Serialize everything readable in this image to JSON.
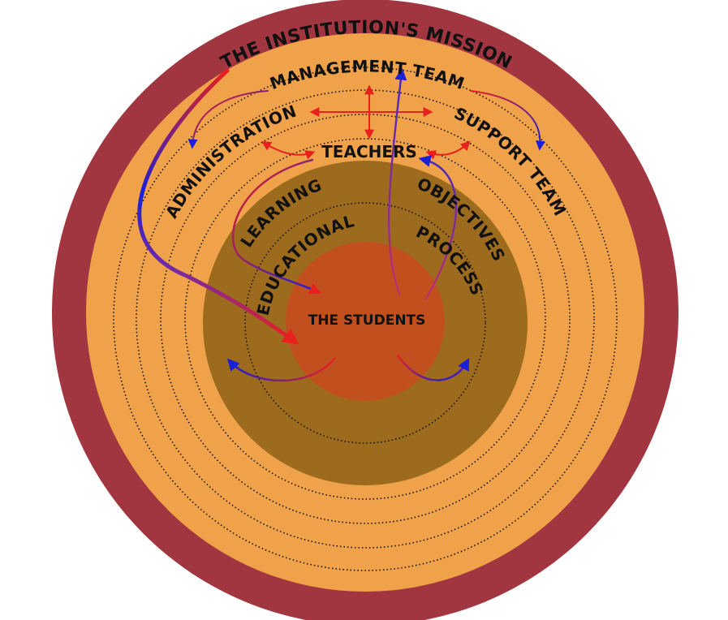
{
  "labels": {
    "mission": "THE INSTITUTION'S MISSION",
    "management": "MANAGEMENT TEAM",
    "administration": "ADMINISTRATION",
    "support": "SUPPORT TEAM",
    "teachers": "TEACHERS",
    "learning": "LEARNING",
    "objectives": "OBJECTIVES",
    "educational": "EDUCATIONAL",
    "process": "PROCESS",
    "students": "THE STUDENTS"
  },
  "colors": {
    "mission_ring": "#a23640",
    "staff_ring": "#f0a24a",
    "learning_ring": "#9c6b1e",
    "students_core": "#c2501f",
    "arrow_red": "#e8201e",
    "arrow_blue": "#1b1fd6",
    "dotted": "#111111"
  }
}
